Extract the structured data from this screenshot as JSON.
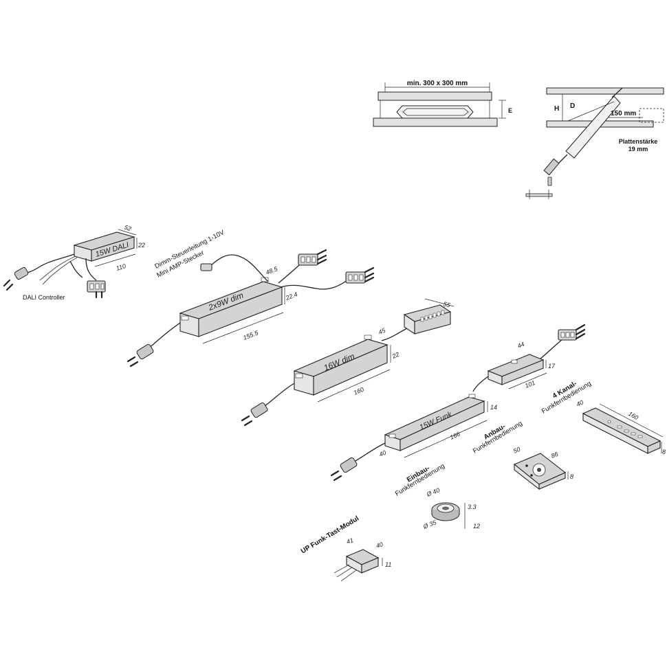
{
  "install_top": {
    "min_label": "min. 300 x 300 mm",
    "e_label": "E"
  },
  "install_side": {
    "h_label": "H",
    "d_label": "D",
    "w_label": "150 mm",
    "thickness_label_1": "Plattenstärke",
    "thickness_label_2": "19 mm"
  },
  "dali": {
    "name": "15W DALI",
    "caption": "DALI Controller",
    "dim_len": "110",
    "dim_w": "52",
    "dim_h": "22"
  },
  "dim2x9": {
    "name": "2x9W dim",
    "note_1": "Dimm-Steuerleitung 1-10V",
    "note_2": "Mini AMP-Stecker",
    "dim_len": "155.5",
    "dim_w": "48.5",
    "dim_h": "22.4"
  },
  "dim16": {
    "name": "16W dim",
    "dim_len": "160",
    "dim_w": "45",
    "dim_h": "22",
    "dist_w": "55"
  },
  "funk15": {
    "name": "15W Funk",
    "dim_len": "166",
    "dim_w": "40",
    "dim_h": "14"
  },
  "receiver": {
    "dim_w": "44",
    "dim_len": "101",
    "dim_h": "17"
  },
  "remote4": {
    "label_1": "4 Kanal-",
    "label_2": "Funkfernbedienung",
    "dim_w": "40",
    "dim_len": "160",
    "dim_h": "8"
  },
  "anbau": {
    "label_1": "Anbau-",
    "label_2": "Funkfernbedienung",
    "dim_w": "50",
    "dim_len": "86",
    "dim_h": "8"
  },
  "einbau": {
    "label_1": "Einbau-",
    "label_2": "Funkfernbedienung",
    "dim_d1": "Ø 40",
    "dim_d2": "Ø 35",
    "dim_h1": "3.3",
    "dim_h2": "12"
  },
  "up_modul": {
    "label": "UP Funk-Tast-Modul",
    "dim_w": "41",
    "dim_d": "40",
    "dim_h": "11"
  }
}
